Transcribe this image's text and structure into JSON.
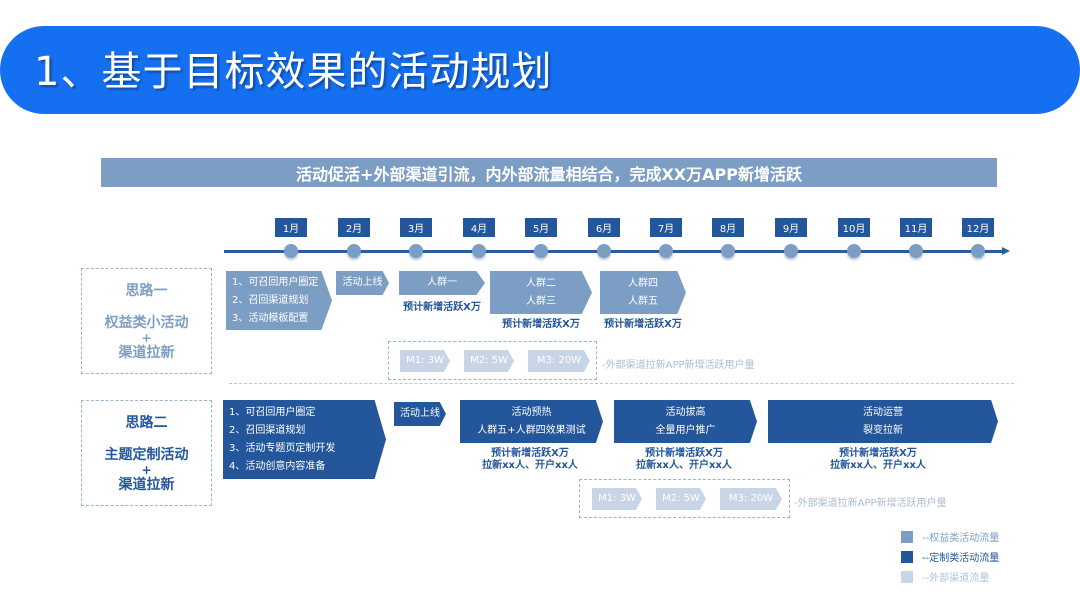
{
  "header": {
    "title": "1、基于目标效果的活动规划"
  },
  "goal": "活动促活+外部渠道引流，内外部流量相结合，完成XX万APP新增活跃",
  "colors": {
    "title_bar": "#1570f1",
    "light_flow": "#7c9ec5",
    "dark_flow": "#23569a",
    "external_flow": "#c8d5e6"
  },
  "timeline": {
    "months": [
      "1月",
      "2月",
      "3月",
      "4月",
      "5月",
      "6月",
      "7月",
      "8月",
      "9月",
      "10月",
      "11月",
      "12月"
    ]
  },
  "idea1": {
    "title": "思路一",
    "name_line1": "权益类小活动",
    "plus": "+",
    "name_line2": "渠道拉新",
    "prep": [
      "1、可召回用户圈定",
      "2、召回渠道规划",
      "3、活动模板配置"
    ],
    "launch": "活动上线",
    "phases": [
      {
        "lines": [
          "人群一"
        ],
        "note": "预计新增活跃X万"
      },
      {
        "lines": [
          "人群二",
          "人群三"
        ],
        "note": "预计新增活跃X万"
      },
      {
        "lines": [
          "人群四",
          "人群五"
        ],
        "note": "预计新增活跃X万"
      }
    ],
    "external": {
      "steps": [
        "M1: 3W",
        "M2: 5W",
        "M3: 20W"
      ],
      "label": "-外部渠道拉新APP新增活跃用户量"
    }
  },
  "idea2": {
    "title": "思路二",
    "name_line1": "主题定制活动",
    "plus": "+",
    "name_line2": "渠道拉新",
    "prep": [
      "1、可召回用户圈定",
      "2、召回渠道规划",
      "3、活动专题页定制开发",
      "4、活动创意内容准备"
    ],
    "launch": "活动上线",
    "phases": [
      {
        "lines": [
          "活动预热",
          "人群五+人群四效果测试"
        ],
        "note1": "预计新增活跃X万",
        "note2": "拉新xx人、开户xx人"
      },
      {
        "lines": [
          "活动拔高",
          "全量用户推广"
        ],
        "note1": "预计新增活跃X万",
        "note2": "拉新xx人、开户xx人"
      },
      {
        "lines": [
          "活动运营",
          "裂变拉新"
        ],
        "note1": "预计新增活跃X万",
        "note2": "拉新xx人、开户xx人"
      }
    ],
    "external": {
      "steps": [
        "M1: 3W",
        "M2: 5W",
        "M3: 20W"
      ],
      "label": "-外部渠道拉新APP新增活跃用户量"
    }
  },
  "legend": [
    {
      "label": "--权益类活动流量",
      "color": "#7c9ec5",
      "text_color": "#7c9ec5"
    },
    {
      "label": "--定制类活动流量",
      "color": "#23569a",
      "text_color": "#23569a"
    },
    {
      "label": "--外部渠道流量",
      "color": "#c8d5e6",
      "text_color": "#b3c3d8"
    }
  ]
}
